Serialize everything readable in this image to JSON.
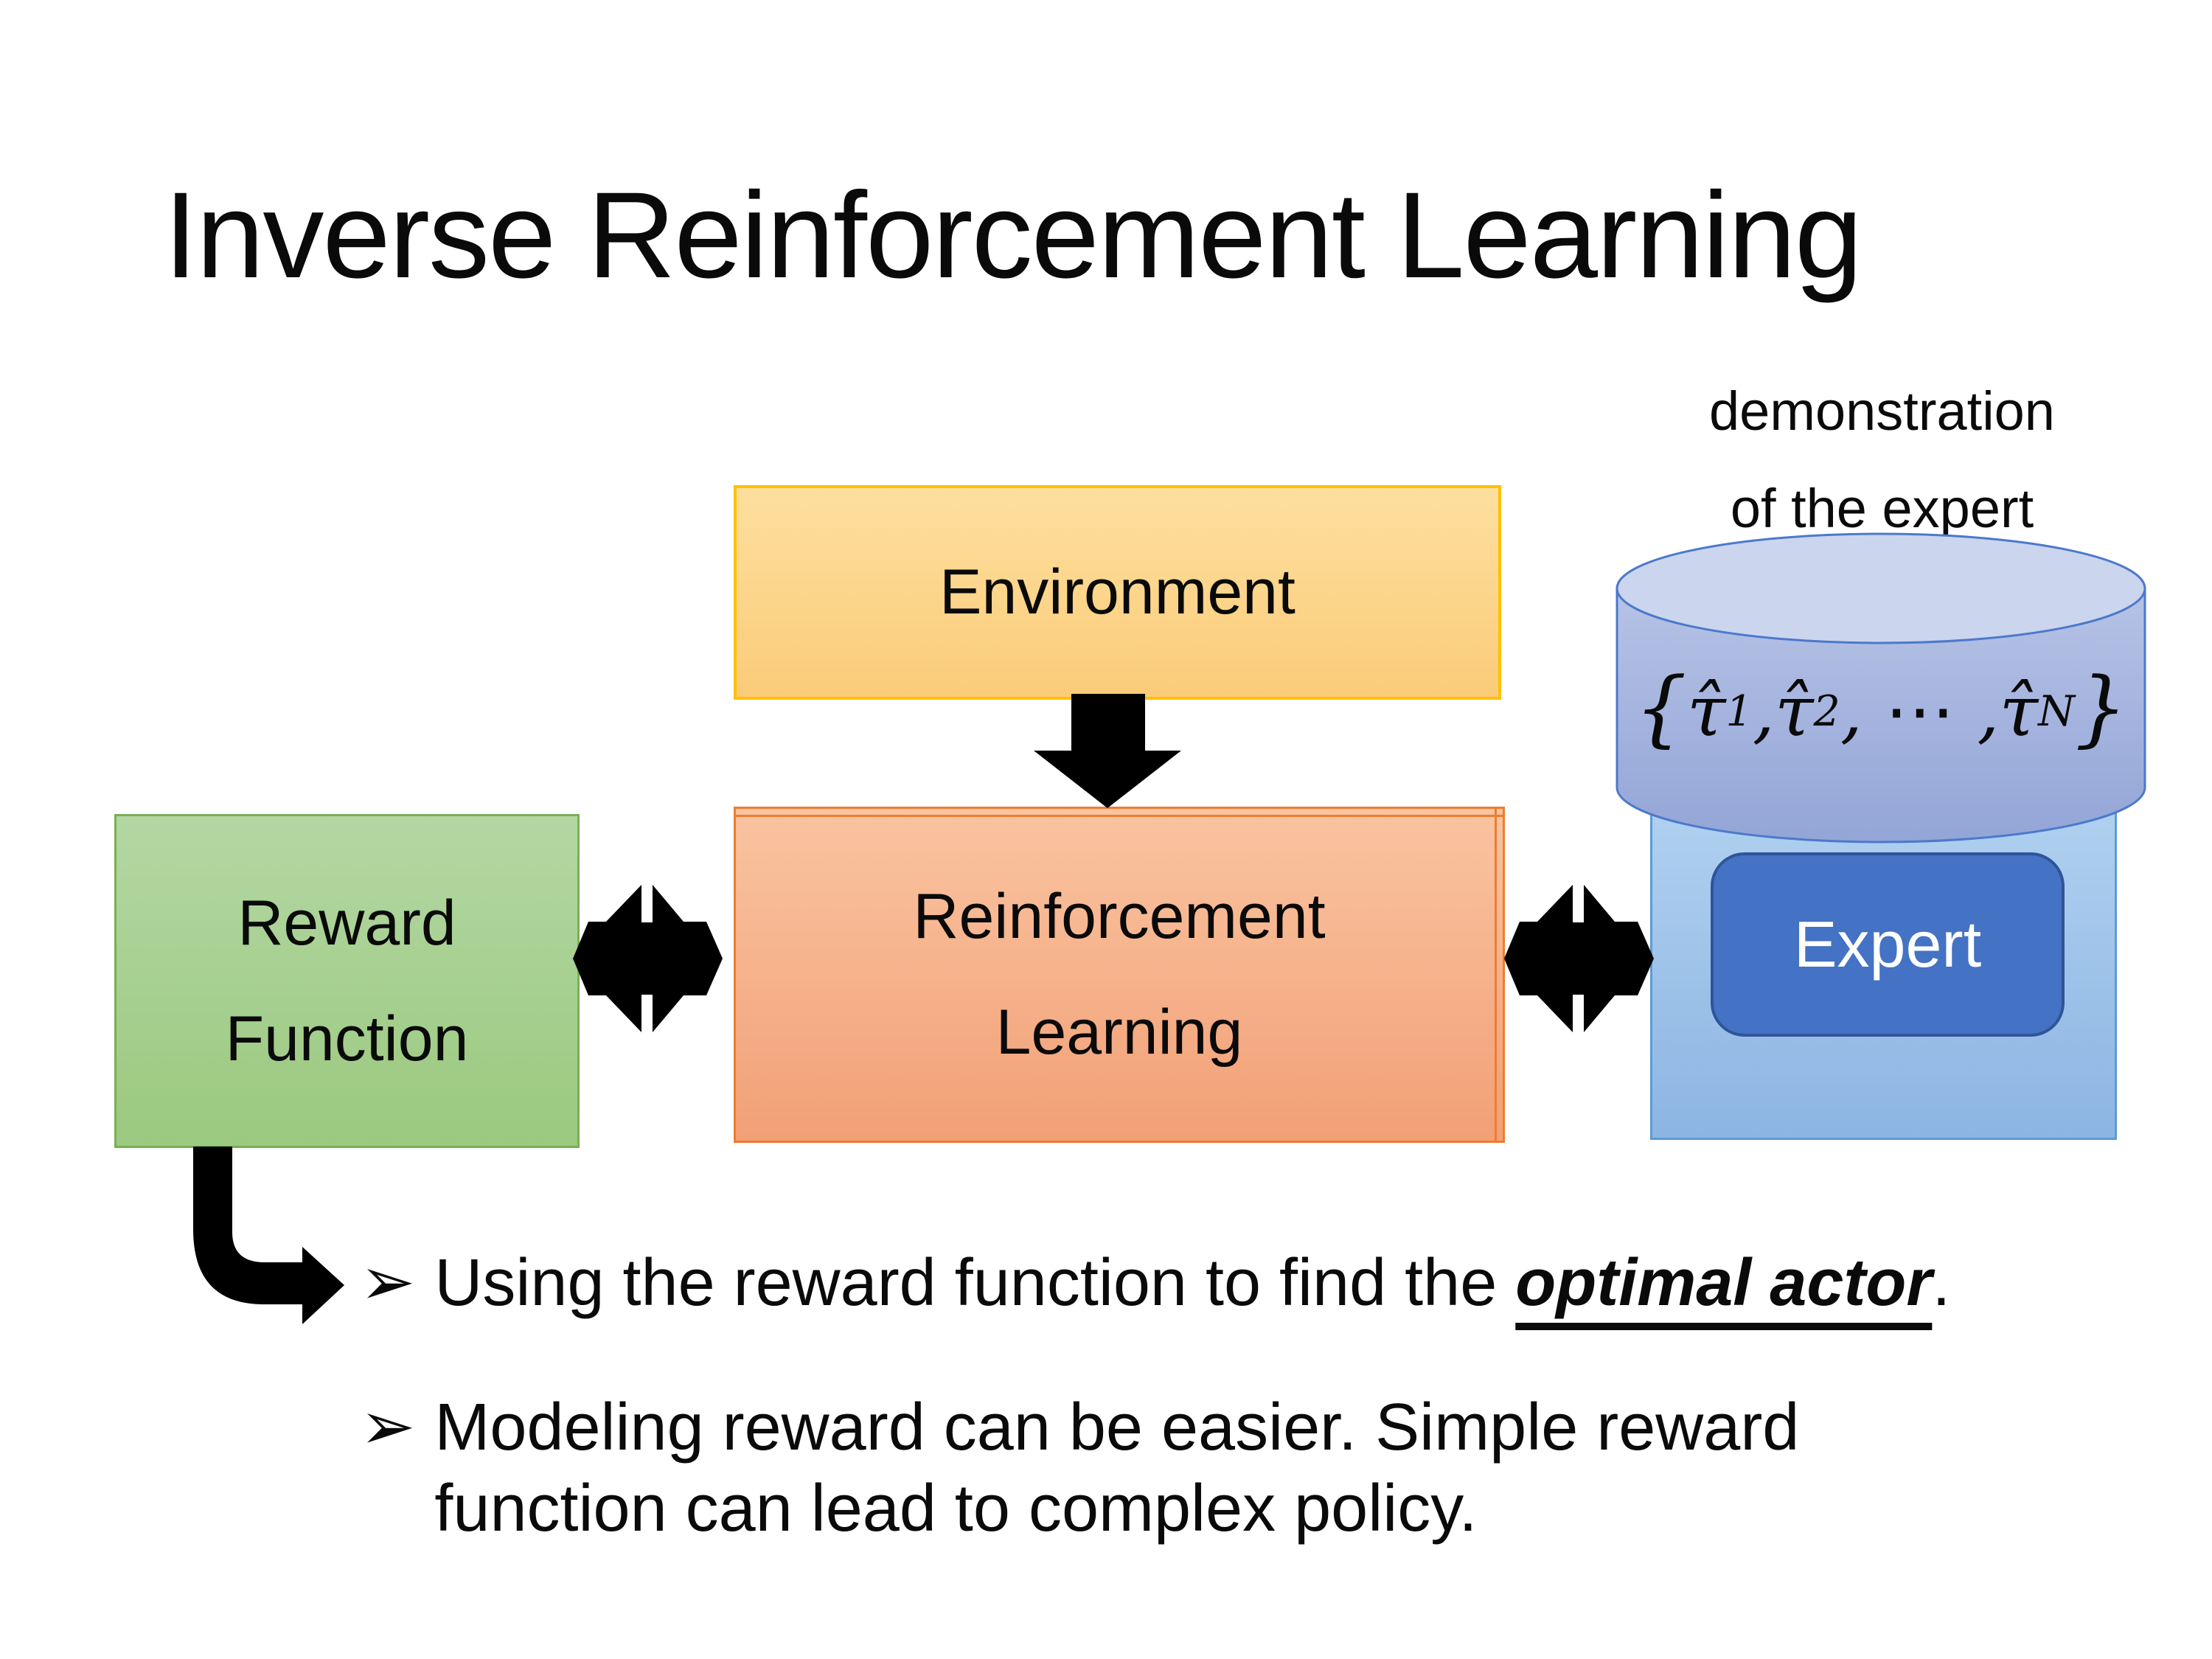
{
  "slide": {
    "title": "Inverse Reinforcement Learning"
  },
  "diagram": {
    "environment": {
      "label": "Environment"
    },
    "reward": {
      "line1": "Reward",
      "line2": "Function"
    },
    "rl": {
      "line1": "Reinforcement",
      "line2": "Learning"
    },
    "expert_cluster": {
      "caption_line1": "demonstration",
      "caption_line2": "of the expert",
      "expert_label": "Expert",
      "formula": {
        "segments": [
          {
            "t": "{"
          },
          {
            "t": "τ̂"
          },
          {
            "sub": "1"
          },
          {
            "t": ", "
          },
          {
            "t": "τ̂"
          },
          {
            "sub": "2"
          },
          {
            "t": ", ⋯ , "
          },
          {
            "t": "τ̂"
          },
          {
            "sub": "N"
          },
          {
            "t": "}"
          }
        ]
      }
    },
    "icons": {
      "down_arrow": "thick-black-down-arrow",
      "double_arrow_left": "black-double-headed-exchange-arrow",
      "double_arrow_right": "black-double-headed-exchange-arrow",
      "bent_arrow": "black-elbow-arrow-down-right"
    }
  },
  "bullets": {
    "marker": "➢",
    "item1": {
      "prefix": "Using the reward function to find the ",
      "emphasis": "optimal actor",
      "suffix": "."
    },
    "item2": {
      "line1": "Modeling reward can be easier. Simple reward",
      "line2": "function can lead to complex policy."
    }
  },
  "colors": {
    "text_black": "#0A0A0A",
    "arrow_black": "#000000",
    "env_fill_top": "#FEDF9F",
    "env_fill_bottom": "#FACC79",
    "env_border": "#FFC000",
    "reward_fill_top": "#B3D7A3",
    "reward_fill_bottom": "#9BC97F",
    "reward_border": "#79AF55",
    "rl_fill_top": "#F9C4A1",
    "rl_fill_bottom": "#F2A076",
    "rl_border": "#ED7D31",
    "panel_fill_top": "#AFD0EF",
    "panel_fill_bottom": "#8DB5E3",
    "panel_border": "#5B9BD5",
    "cylinder_fill_top": "#B7C3E6",
    "cylinder_fill_bottom": "#93A5D7",
    "cylinder_top_fill": "#CBD5EE",
    "cylinder_border": "#4C79CB",
    "expert_fill": "#4472C4",
    "expert_border": "#2F5597",
    "expert_text": "#FFFFFF"
  }
}
